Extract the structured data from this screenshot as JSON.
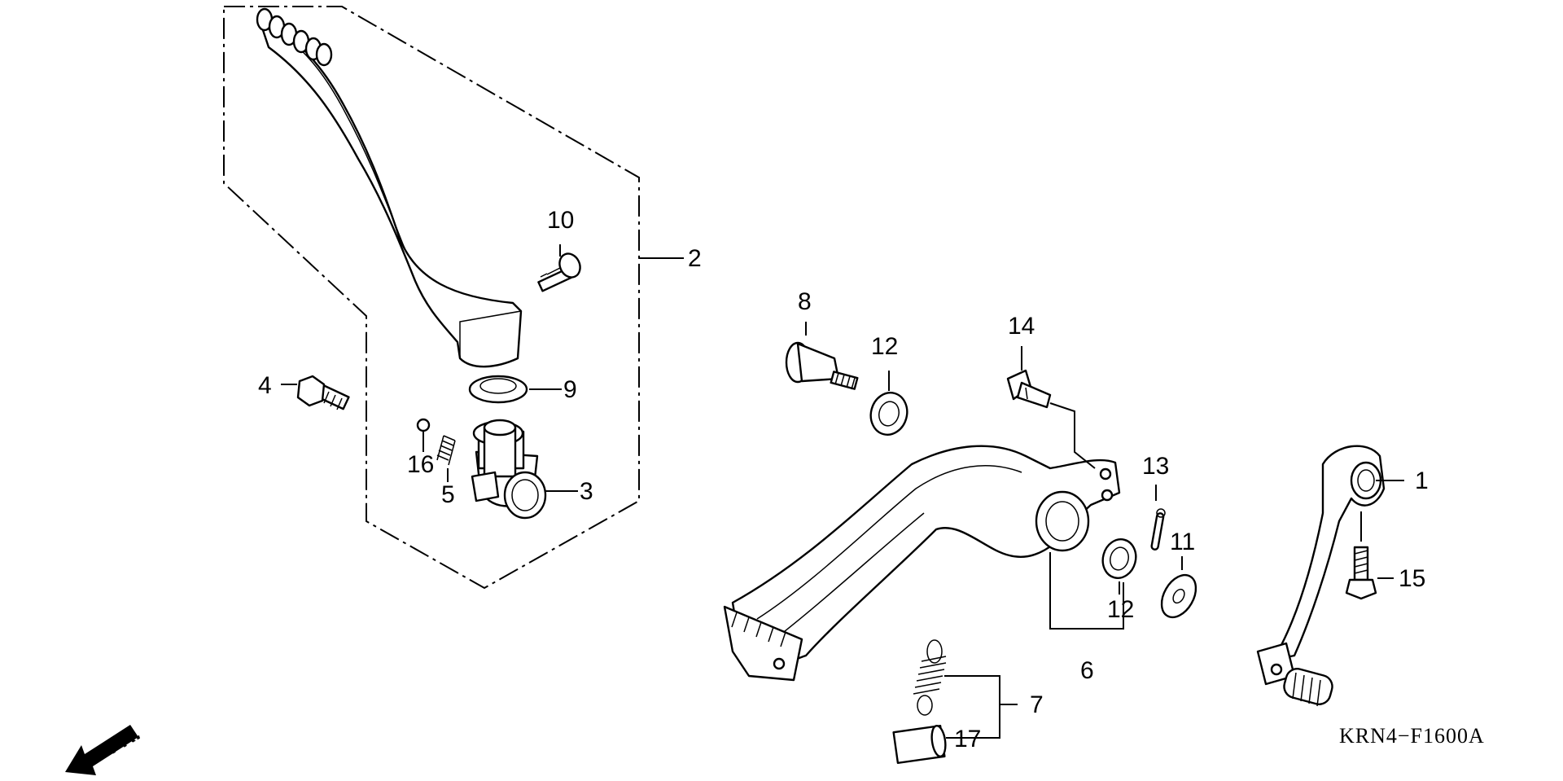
{
  "diagram": {
    "drawing_code": "KRN4−F1600A",
    "direction_label": "FR.",
    "callouts": {
      "p1": "1",
      "p2": "2",
      "p3": "3",
      "p4": "4",
      "p5": "5",
      "p6": "6",
      "p7": "7",
      "p8": "8",
      "p9": "9",
      "p10": "10",
      "p11": "11",
      "p12a": "12",
      "p12b": "12",
      "p13": "13",
      "p14": "14",
      "p15": "15",
      "p16": "16",
      "p17": "17"
    }
  }
}
